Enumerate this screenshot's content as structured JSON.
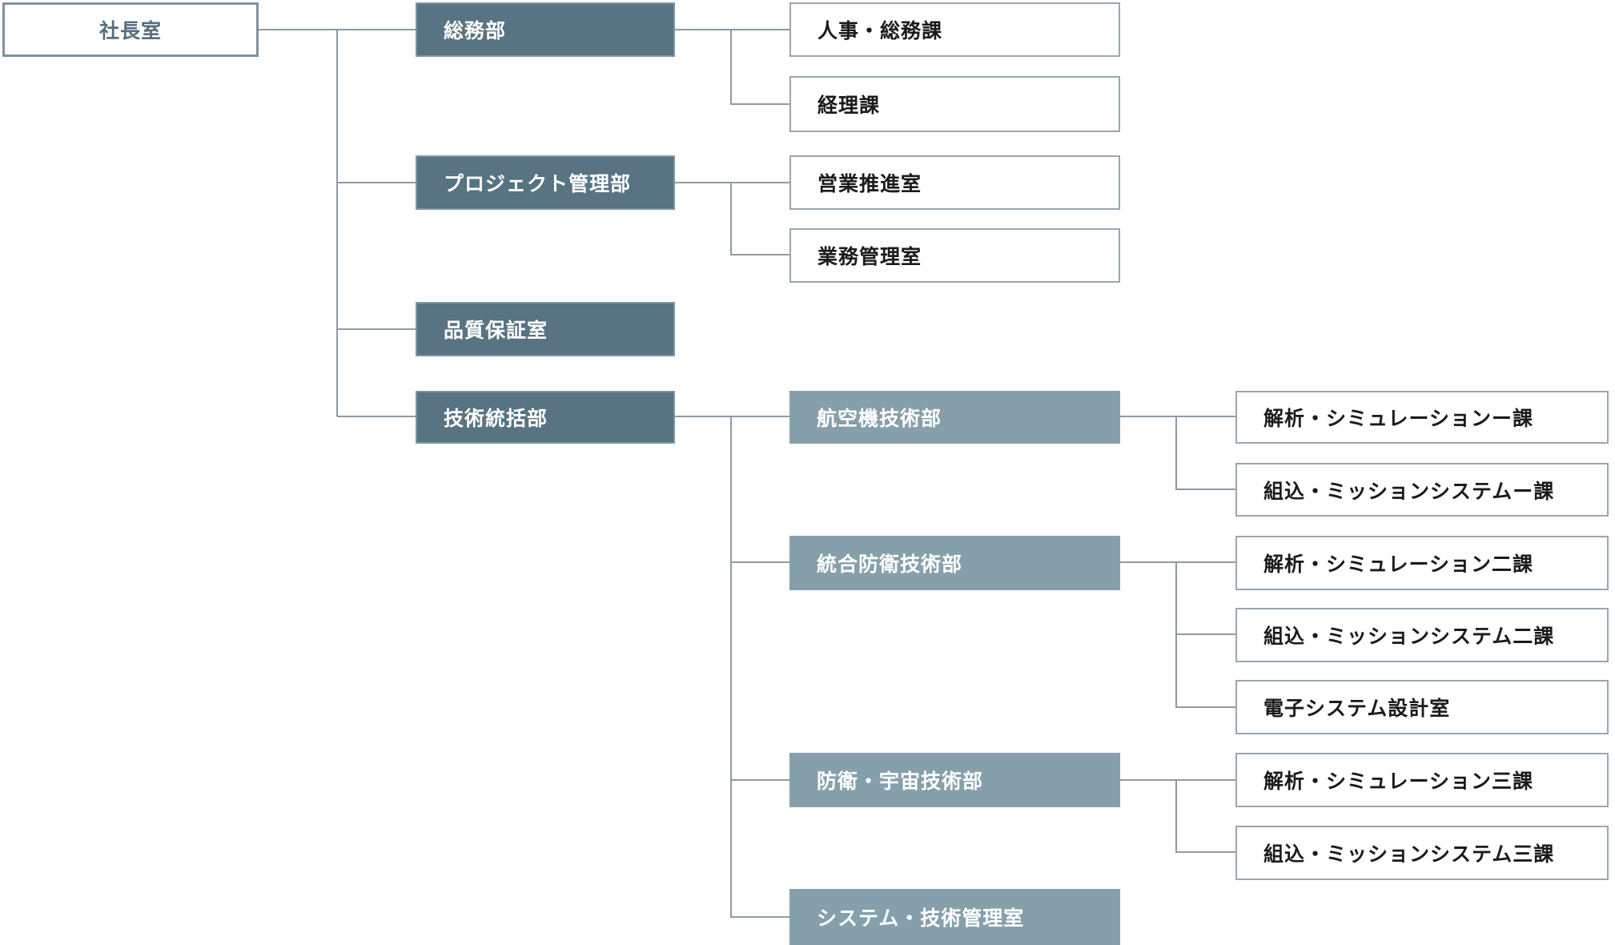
{
  "org": {
    "root": "社長室",
    "departments": {
      "soumu": "総務部",
      "project": "プロジェクト管理部",
      "quality": "品質保証室",
      "gijutsu": "技術統括部"
    },
    "sections": {
      "jinji": "人事・総務課",
      "keiri": "経理課",
      "eigyou": "営業推進室",
      "gyoumu": "業務管理室"
    },
    "divisions": {
      "aircraft": "航空機技術部",
      "defense": "統合防衛技術部",
      "space": "防衛・宇宙技術部",
      "system": "システム・技術管理室"
    },
    "units": {
      "sim1": "解析・シミュレーションー課",
      "emb1": "組込・ミッションシステムー課",
      "sim2": "解析・シミュレーション二課",
      "emb2": "組込・ミッションシステム二課",
      "elec": "電子システム設計室",
      "sim3": "解析・シミュレーション三課",
      "emb3": "組込・ミッションシステム三課"
    }
  }
}
